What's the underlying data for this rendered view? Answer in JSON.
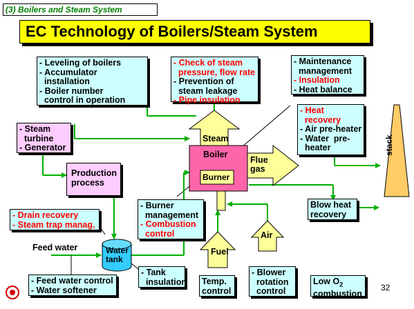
{
  "section_tag": "(3) Boilers and Steam System",
  "title": "EC Technology of Boilers/Steam System",
  "page_number": "32",
  "colors": {
    "banner": "#ffff00",
    "box_fill": "#ccffff",
    "pink_fill": "#ffccff",
    "boiler_fill": "#ff66aa",
    "burner_fill": "#ffff99",
    "line": "#00b000",
    "highlight": "#ff0000",
    "stack_fill": "#ffcc66"
  },
  "boxes": {
    "leveling": [
      "- Leveling of boilers",
      "- Accumulator",
      "  installation",
      "- Boiler number",
      "  control in operation"
    ],
    "steam_check": [
      {
        "text": "- Check of steam",
        "red": true
      },
      {
        "text": "  pressure, flow rate",
        "red": true
      },
      {
        "text": "- Prevention of",
        "red": false
      },
      {
        "text": "  steam leakage",
        "red": false
      },
      {
        "text": "- Pipe insulation",
        "red": true
      }
    ],
    "maintenance": [
      {
        "text": "- Maintenance",
        "red": false
      },
      {
        "text": "  management",
        "red": false
      },
      {
        "text": "- Insulation",
        "red": true
      },
      {
        "text": "- Heat balance",
        "red": false
      }
    ],
    "turbine": [
      "- Steam",
      "  turbine",
      "- Generator"
    ],
    "heat_recovery": [
      {
        "text": "- Heat",
        "red": true
      },
      {
        "text": "  recovery",
        "red": true
      },
      {
        "text": "- Air pre-heater",
        "red": false
      },
      {
        "text": "- Water  pre-",
        "red": false
      },
      {
        "text": "  heater",
        "red": false
      }
    ],
    "production": [
      "Production",
      "process"
    ],
    "drain": [
      "- Drain recovery",
      "- Steam trap manag."
    ],
    "burner_mgmt": [
      {
        "text": "- Burner",
        "red": false
      },
      {
        "text": "  management",
        "red": false
      },
      {
        "text": "- Combustion",
        "red": true
      },
      {
        "text": "  control",
        "red": true
      }
    ],
    "blow_heat": [
      "Blow heat",
      "recovery"
    ],
    "feed_control": [
      "- Feed water control",
      "- Water softener"
    ],
    "tank_insulation": [
      "- Tank",
      "  insulation"
    ],
    "temp_control": [
      "Temp.",
      "control"
    ],
    "blower": [
      "- Blower",
      "  rotation",
      "  control"
    ],
    "low_o2": {
      "line1": "Low O",
      "sub": "2",
      "line2": "combustion"
    }
  },
  "labels": {
    "steam": "Steam",
    "boiler": "Boiler",
    "burner": "Burner",
    "flue_gas": [
      "Flue",
      "gas"
    ],
    "stack": "stack",
    "fuel": "Fuel",
    "air": "Air",
    "feed_water": "Feed water",
    "water_tank": [
      "Water",
      "tank"
    ]
  }
}
